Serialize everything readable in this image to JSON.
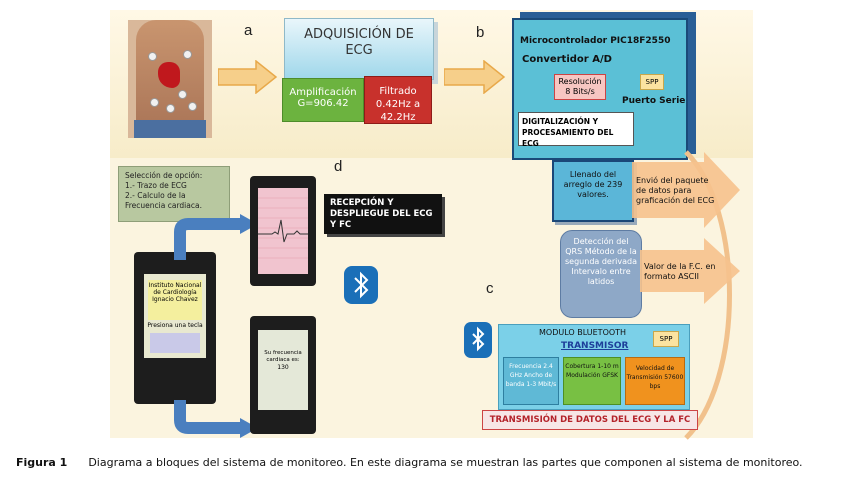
{
  "labels": {
    "a": "a",
    "b": "b",
    "c": "c",
    "d": "d"
  },
  "adquisicion": {
    "title": "ADQUISICIÓN DE ECG",
    "amplificacion": "Amplificación G=906.42",
    "filtrado": "Filtrado 0.42Hz a 42.2Hz"
  },
  "micro": {
    "title": "Microcontrolador PIC18F2550",
    "convertidor": "Convertidor A/D",
    "resolucion": "Resolución 8 Bits/s",
    "spp": "SPP",
    "puerto": "Puerto Serie",
    "digitalizacion": "DIGITALIZACIÓN Y PROCESAMIENTO DEL ECG"
  },
  "llenado": "Llenado del arreglo de 239 valores.",
  "envio": "Envió del paquete de datos para graficación del ECG",
  "deteccion": "Detección del QRS Método de la segunda derivada Intervalo entre latidos",
  "valor_fc": "Valor de la F.C. en formato ASCII",
  "seleccion": {
    "title": "Selección de opción:",
    "op1": "1.- Trazo de ECG",
    "op2": "2.- Calculo de la Frecuencia cardiaca."
  },
  "recepcion": "RECEPCIÓN Y DESPLIEGUE DEL ECG Y FC",
  "phone_main": {
    "line1": "Instituto Nacional de Cardiología Ignacio Chavez",
    "line2": "Presiona una tecla"
  },
  "phone_fc": {
    "line1": "Su frecuencia cardiaca es:",
    "line2": "130"
  },
  "bluetooth_module": {
    "title": "MODULO BLUETOOTH",
    "transmisor": "TRANSMISOR",
    "spp": "SPP",
    "col1": "Frecuencia 2.4 GHz Ancho de banda 1-3 Mbit/s",
    "col2": "Cobertura 1-10 m Modulación GFSK",
    "col3": "Velocidad de Transmisión 57600 bps",
    "banner": "TRANSMISIÓN DE DATOS DEL ECG Y LA FC"
  },
  "caption": {
    "label": "Figura 1",
    "text": "Diagrama a bloques del sistema de monitoreo. En este diagrama se muestran las partes que componen al sistema de monitoreo."
  },
  "colors": {
    "teal": "#5bc0d6",
    "green": "#6cb33f",
    "red": "#c8312c",
    "blue_arrow": "#4a7fbf",
    "orange_arrow": "#f4c089"
  }
}
